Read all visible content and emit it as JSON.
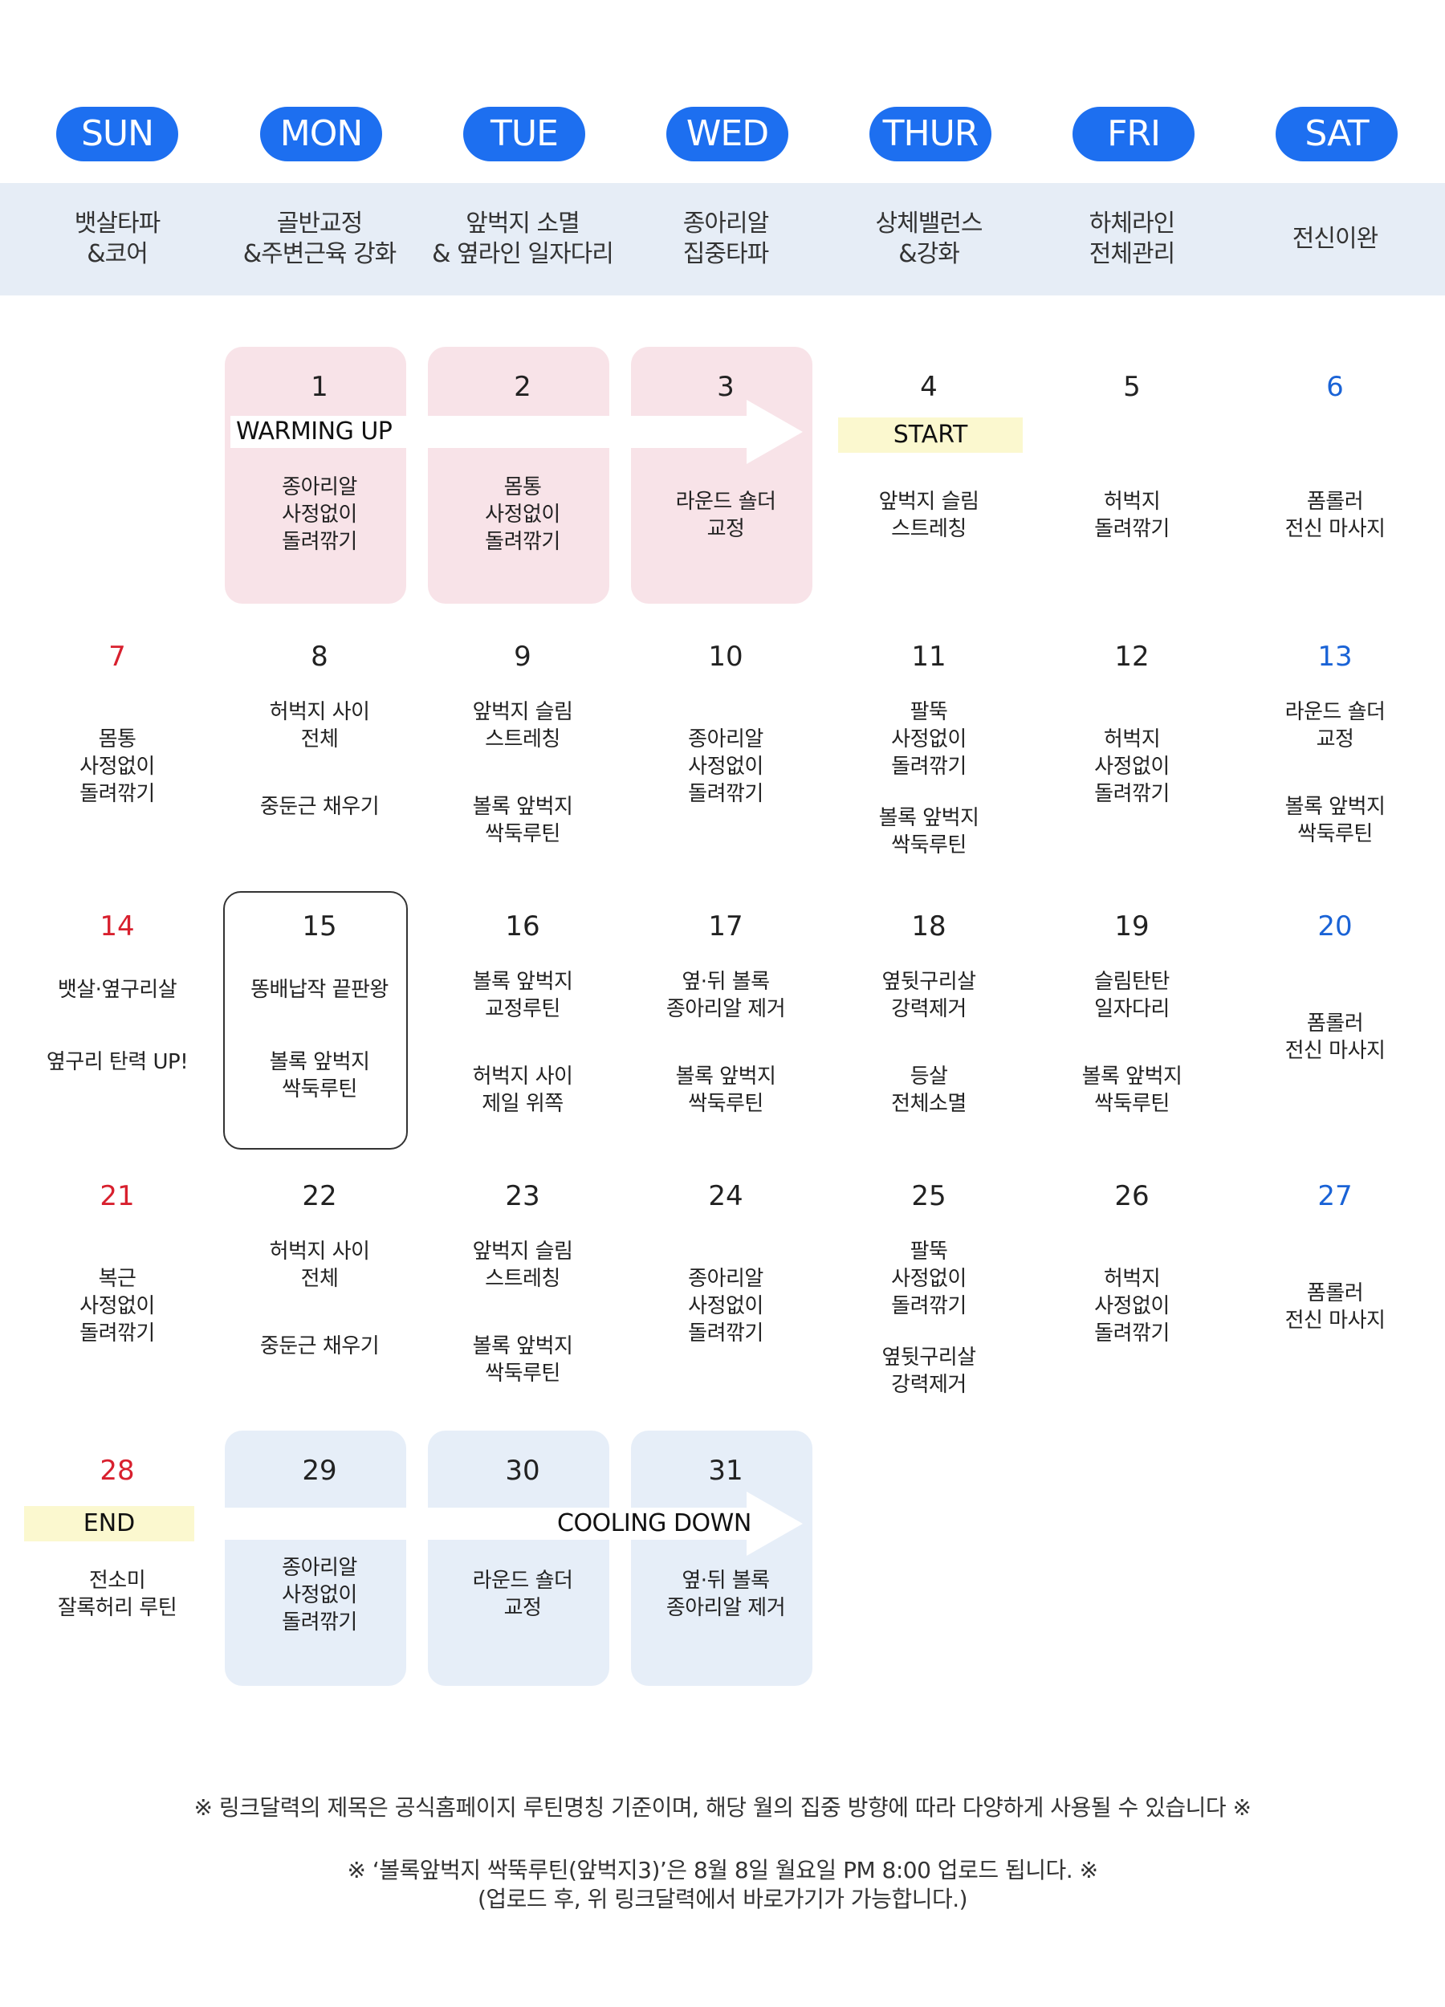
{
  "weekdays": [
    "SUN",
    "MON",
    "TUE",
    "WED",
    "THUR",
    "FRI",
    "SAT"
  ],
  "themes": [
    "뱃살타파\n&코어",
    "골반교정\n&주변근육 강화",
    "앞벅지 소멸\n& 옆라인 일자다리",
    "종아리알\n집중타파",
    "상체밸런스\n&강화",
    "하체라인\n전체관리",
    "전신이완"
  ],
  "colors": {
    "pill": "#1d6ff0",
    "band": "#e6edf6",
    "pink": "#f8e3e8",
    "blue": "#e6eef8",
    "sunday": "#d8202e",
    "saturday": "#1a63d6",
    "tag": "#fbf8cf"
  },
  "arrows": {
    "warmup": "WARMING UP",
    "cooldown": "COOLING DOWN"
  },
  "tags": {
    "start": "START",
    "end": "END"
  },
  "days": [
    {
      "date": "1",
      "tasks": [
        "종아리알\n사정없이\n돌려깎기"
      ]
    },
    {
      "date": "2",
      "tasks": [
        "몸통\n사정없이\n돌려깎기"
      ]
    },
    {
      "date": "3",
      "tasks": [
        "라운드 숄더\n교정"
      ]
    },
    {
      "date": "4",
      "tasks": [
        "앞벅지 슬림\n스트레칭"
      ]
    },
    {
      "date": "5",
      "tasks": [
        "허벅지\n돌려깎기"
      ]
    },
    {
      "date": "6",
      "tasks": [
        "폼롤러\n전신 마사지"
      ]
    },
    {
      "date": "7",
      "tasks": [
        "몸통\n사정없이\n돌려깎기"
      ]
    },
    {
      "date": "8",
      "tasks": [
        "허벅지 사이\n전체",
        "중둔근 채우기"
      ]
    },
    {
      "date": "9",
      "tasks": [
        "앞벅지 슬림\n스트레칭",
        "볼록 앞벅지\n싹둑루틴"
      ]
    },
    {
      "date": "10",
      "tasks": [
        "종아리알\n사정없이\n돌려깎기"
      ]
    },
    {
      "date": "11",
      "tasks": [
        "팔뚝\n사정없이\n돌려깎기",
        "볼록 앞벅지\n싹둑루틴"
      ]
    },
    {
      "date": "12",
      "tasks": [
        "허벅지\n사정없이\n돌려깎기"
      ]
    },
    {
      "date": "13",
      "tasks": [
        "라운드 숄더\n교정",
        "볼록 앞벅지\n싹둑루틴"
      ]
    },
    {
      "date": "14",
      "tasks": [
        "뱃살·옆구리살",
        "옆구리 탄력 UP!"
      ]
    },
    {
      "date": "15",
      "tasks": [
        "똥배납작 끝판왕",
        "볼록 앞벅지\n싹둑루틴"
      ]
    },
    {
      "date": "16",
      "tasks": [
        "볼록 앞벅지\n교정루틴",
        "허벅지 사이\n제일 위쪽"
      ]
    },
    {
      "date": "17",
      "tasks": [
        "옆·뒤 볼록\n종아리알 제거",
        "볼록 앞벅지\n싹둑루틴"
      ]
    },
    {
      "date": "18",
      "tasks": [
        "옆뒷구리살\n강력제거",
        "등살\n전체소멸"
      ]
    },
    {
      "date": "19",
      "tasks": [
        "슬림탄탄\n일자다리",
        "볼록 앞벅지\n싹둑루틴"
      ]
    },
    {
      "date": "20",
      "tasks": [
        "폼롤러\n전신 마사지"
      ]
    },
    {
      "date": "21",
      "tasks": [
        "복근\n사정없이\n돌려깎기"
      ]
    },
    {
      "date": "22",
      "tasks": [
        "허벅지 사이\n전체",
        "중둔근 채우기"
      ]
    },
    {
      "date": "23",
      "tasks": [
        "앞벅지 슬림\n스트레칭",
        "볼록 앞벅지\n싹둑루틴"
      ]
    },
    {
      "date": "24",
      "tasks": [
        "종아리알\n사정없이\n돌려깎기"
      ]
    },
    {
      "date": "25",
      "tasks": [
        "팔뚝\n사정없이\n돌려깎기",
        "옆뒷구리살\n강력제거"
      ]
    },
    {
      "date": "26",
      "tasks": [
        "허벅지\n사정없이\n돌려깎기"
      ]
    },
    {
      "date": "27",
      "tasks": [
        "폼롤러\n전신 마사지"
      ]
    },
    {
      "date": "28",
      "tasks": [
        "전소미\n잘록허리 루틴"
      ]
    },
    {
      "date": "29",
      "tasks": [
        "종아리알\n사정없이\n돌려깎기"
      ]
    },
    {
      "date": "30",
      "tasks": [
        "라운드 숄더\n교정"
      ]
    },
    {
      "date": "31",
      "tasks": [
        "옆·뒤 볼록\n종아리알 제거"
      ]
    }
  ],
  "notes": [
    "※ 링크달력의 제목은 공식홈페이지 루틴명칭 기준이며, 해당 월의 집중 방향에 따라 다양하게 사용될 수 있습니다 ※",
    "※ ‘볼록앞벅지 싹뚝루틴(앞벅지3)’은 8월 8일 월요일 PM 8:00 업로드 됩니다. ※",
    "(업로드 후, 위 링크달력에서 바로가기가 가능합니다.)"
  ]
}
